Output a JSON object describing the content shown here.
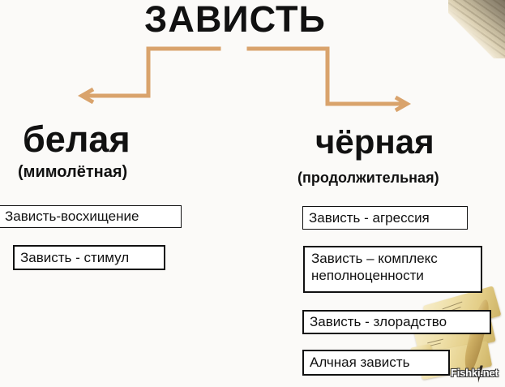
{
  "title": "ЗАВИСТЬ",
  "colors": {
    "arrow": "#d9a36c",
    "text": "#111111",
    "background": "#fbfaf8",
    "box_border": "#111111"
  },
  "branches": {
    "left": {
      "heading": "белая",
      "subheading": "(мимолётная)",
      "items": [
        {
          "label": "Зависть-восхищение"
        },
        {
          "label": "Зависть - стимул"
        }
      ]
    },
    "right": {
      "heading": "чёрная",
      "subheading": "(продолжительная)",
      "items": [
        {
          "label": "Зависть - агрессия"
        },
        {
          "line1": "Зависть – комплекс",
          "line2": "неполноценности"
        },
        {
          "label": "Зависть - злорадство"
        },
        {
          "label": "Алчная зависть"
        }
      ]
    }
  },
  "watermark": "Fishki.net",
  "decor": {
    "top_right": "photo-corner",
    "bottom_right": "parchment-scroll-quill"
  }
}
